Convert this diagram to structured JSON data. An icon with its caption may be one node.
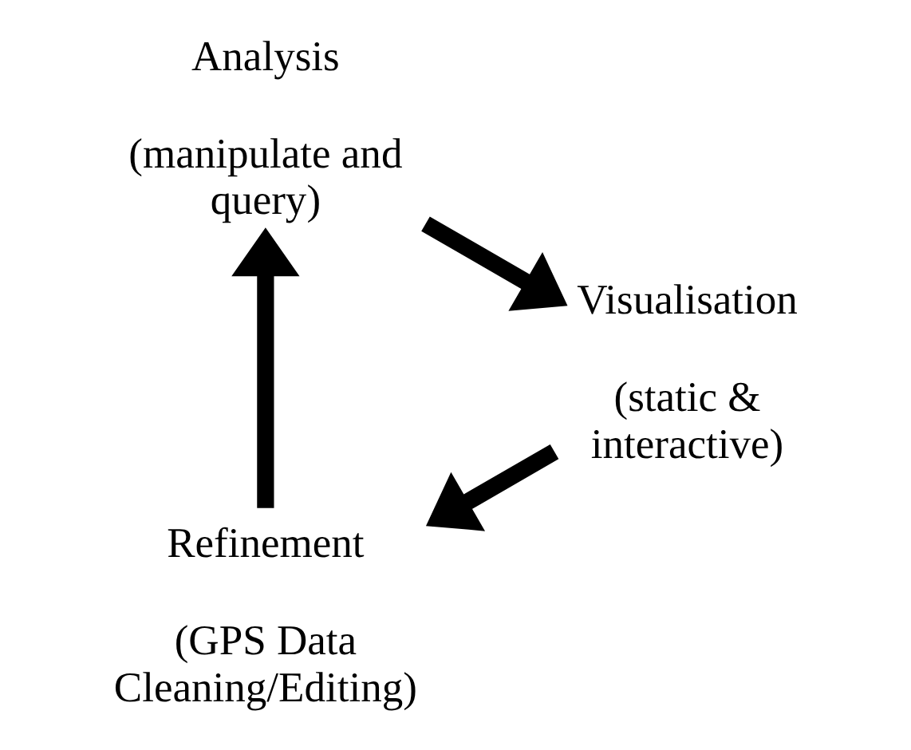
{
  "diagram": {
    "nodes": [
      {
        "text": [
          "Refinement",
          "(GPS Data Cleaning/Editing)"
        ]
      },
      {
        "text": [
          "Analysis",
          "(manipulate and query)"
        ]
      },
      {
        "text": [
          "Visualisation",
          "(static & interactive)"
        ]
      }
    ],
    "edges": [
      {
        "from": 0,
        "to": 1,
        "arrow": "to"
      },
      {
        "from": 1,
        "to": 2,
        "arrow": "to"
      },
      {
        "from": 2,
        "to": 0,
        "arrow": "to"
      }
    ]
  }
}
